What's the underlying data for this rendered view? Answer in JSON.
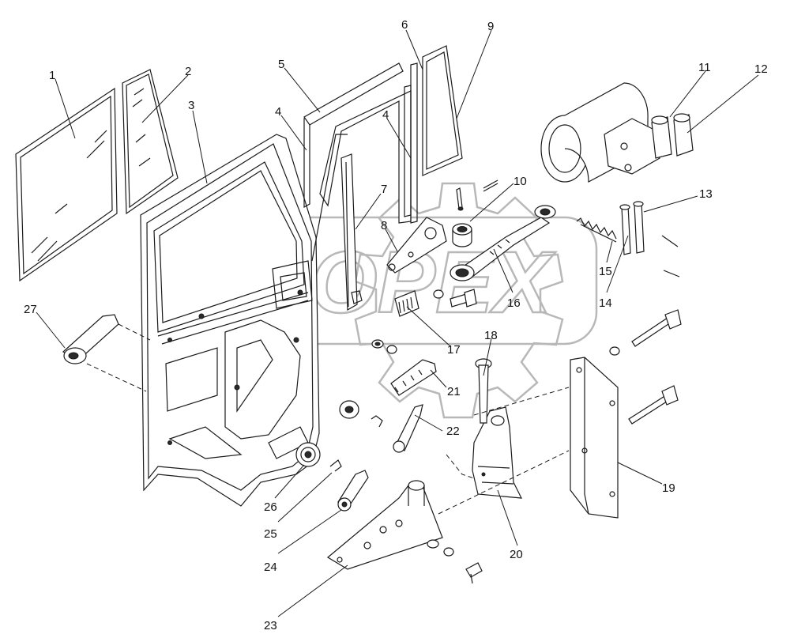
{
  "watermark": "OPEX",
  "callouts": [
    "1",
    "2",
    "3",
    "4",
    "4",
    "5",
    "6",
    "7",
    "8",
    "9",
    "10",
    "11",
    "12",
    "13",
    "14",
    "15",
    "16",
    "17",
    "18",
    "19",
    "20",
    "21",
    "22",
    "23",
    "24",
    "25",
    "26",
    "27"
  ],
  "colors": {
    "line": "#1a1a1a",
    "watermark": "#b8b8b8",
    "background": "#ffffff"
  }
}
